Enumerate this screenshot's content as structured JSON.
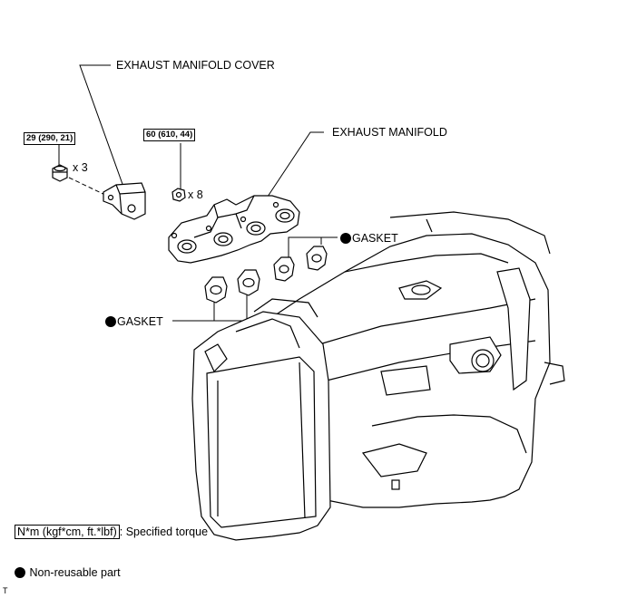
{
  "labels": {
    "exhaust_manifold_cover": "EXHAUST MANIFOLD COVER",
    "exhaust_manifold": "EXHAUST MANIFOLD",
    "gasket_right": "GASKET",
    "gasket_left": "GASKET"
  },
  "torque": {
    "cover_bolt": "29 (290, 21)",
    "manifold_nut": "60 (610, 44)"
  },
  "quantity": {
    "cover_bolt": "x 3",
    "manifold_nut": "x 8"
  },
  "legend": {
    "torque_box": "N*m (kgf*cm, ft.*lbf)",
    "torque_text": ": Specified torque",
    "nonreusable_text": "Non-reusable part"
  },
  "corner_mark": "T"
}
